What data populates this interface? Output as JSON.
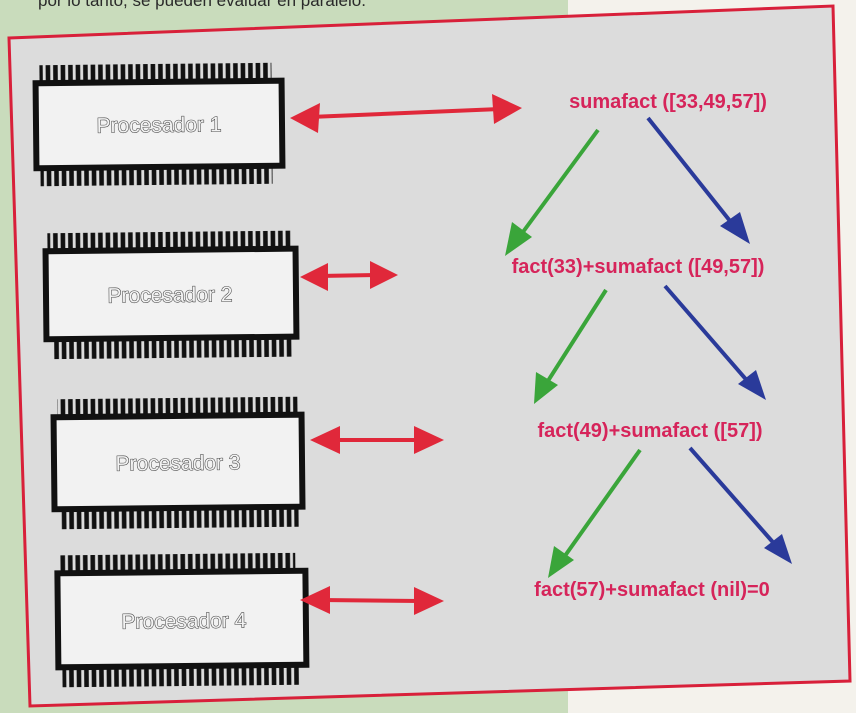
{
  "header_text": "por lo tanto, se pueden evaluar en paralelo.",
  "processors": [
    {
      "label": "Procesador 1"
    },
    {
      "label": "Procesador 2"
    },
    {
      "label": "Procesador 3"
    },
    {
      "label": "Procesador 4"
    }
  ],
  "expressions": [
    {
      "text": "sumafact ([33,49,57])"
    },
    {
      "text": "fact(33)+sumafact ([49,57])"
    },
    {
      "text": "fact(49)+sumafact ([57])"
    },
    {
      "text": "fact(57)+sumafact (nil)=0"
    }
  ],
  "colors": {
    "panel_fill": "#dcdcdc",
    "panel_border": "#d8203a",
    "expression_text": "#d6245a",
    "link_arrow": "#e0283a",
    "left_branch_arrow": "#3aa53a",
    "right_branch_arrow": "#2a3a9a"
  }
}
